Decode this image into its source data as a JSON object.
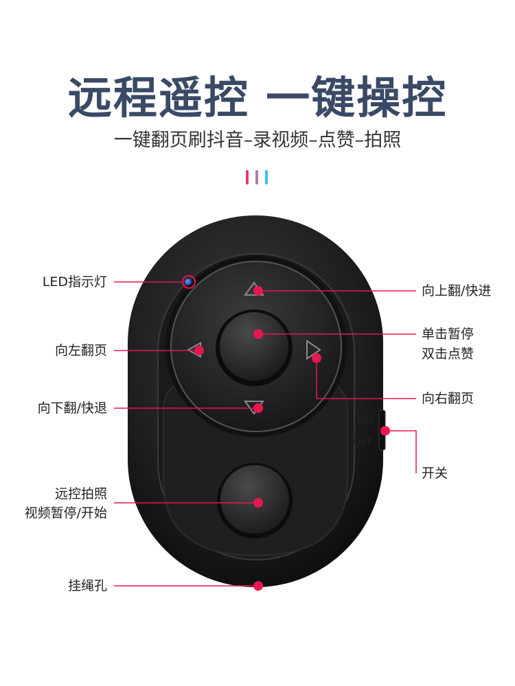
{
  "title": "远程遥控 一键操控",
  "subtitle": "一键翻页刷抖音–录视频–点赞–拍照",
  "colors": {
    "accent": "#e8174f",
    "title": "#3a4a66",
    "bar_pink": "#e33a6a",
    "bar_purple": "#b07aa8",
    "bar_blue": "#3ec0e8"
  },
  "device": {
    "switch_on": "ON",
    "switch_off": "OFF"
  },
  "callouts": {
    "led": "LED指示灯",
    "up": "向上翻/快进",
    "center_line1": "单击暂停",
    "center_line2": "双击点赞",
    "left": "向左翻页",
    "right": "向右翻页",
    "down": "向下翻/快退",
    "switch": "开关",
    "shutter_line1": "远控拍照",
    "shutter_line2": "视频暂停/开始",
    "lanyard": "挂绳孔"
  }
}
